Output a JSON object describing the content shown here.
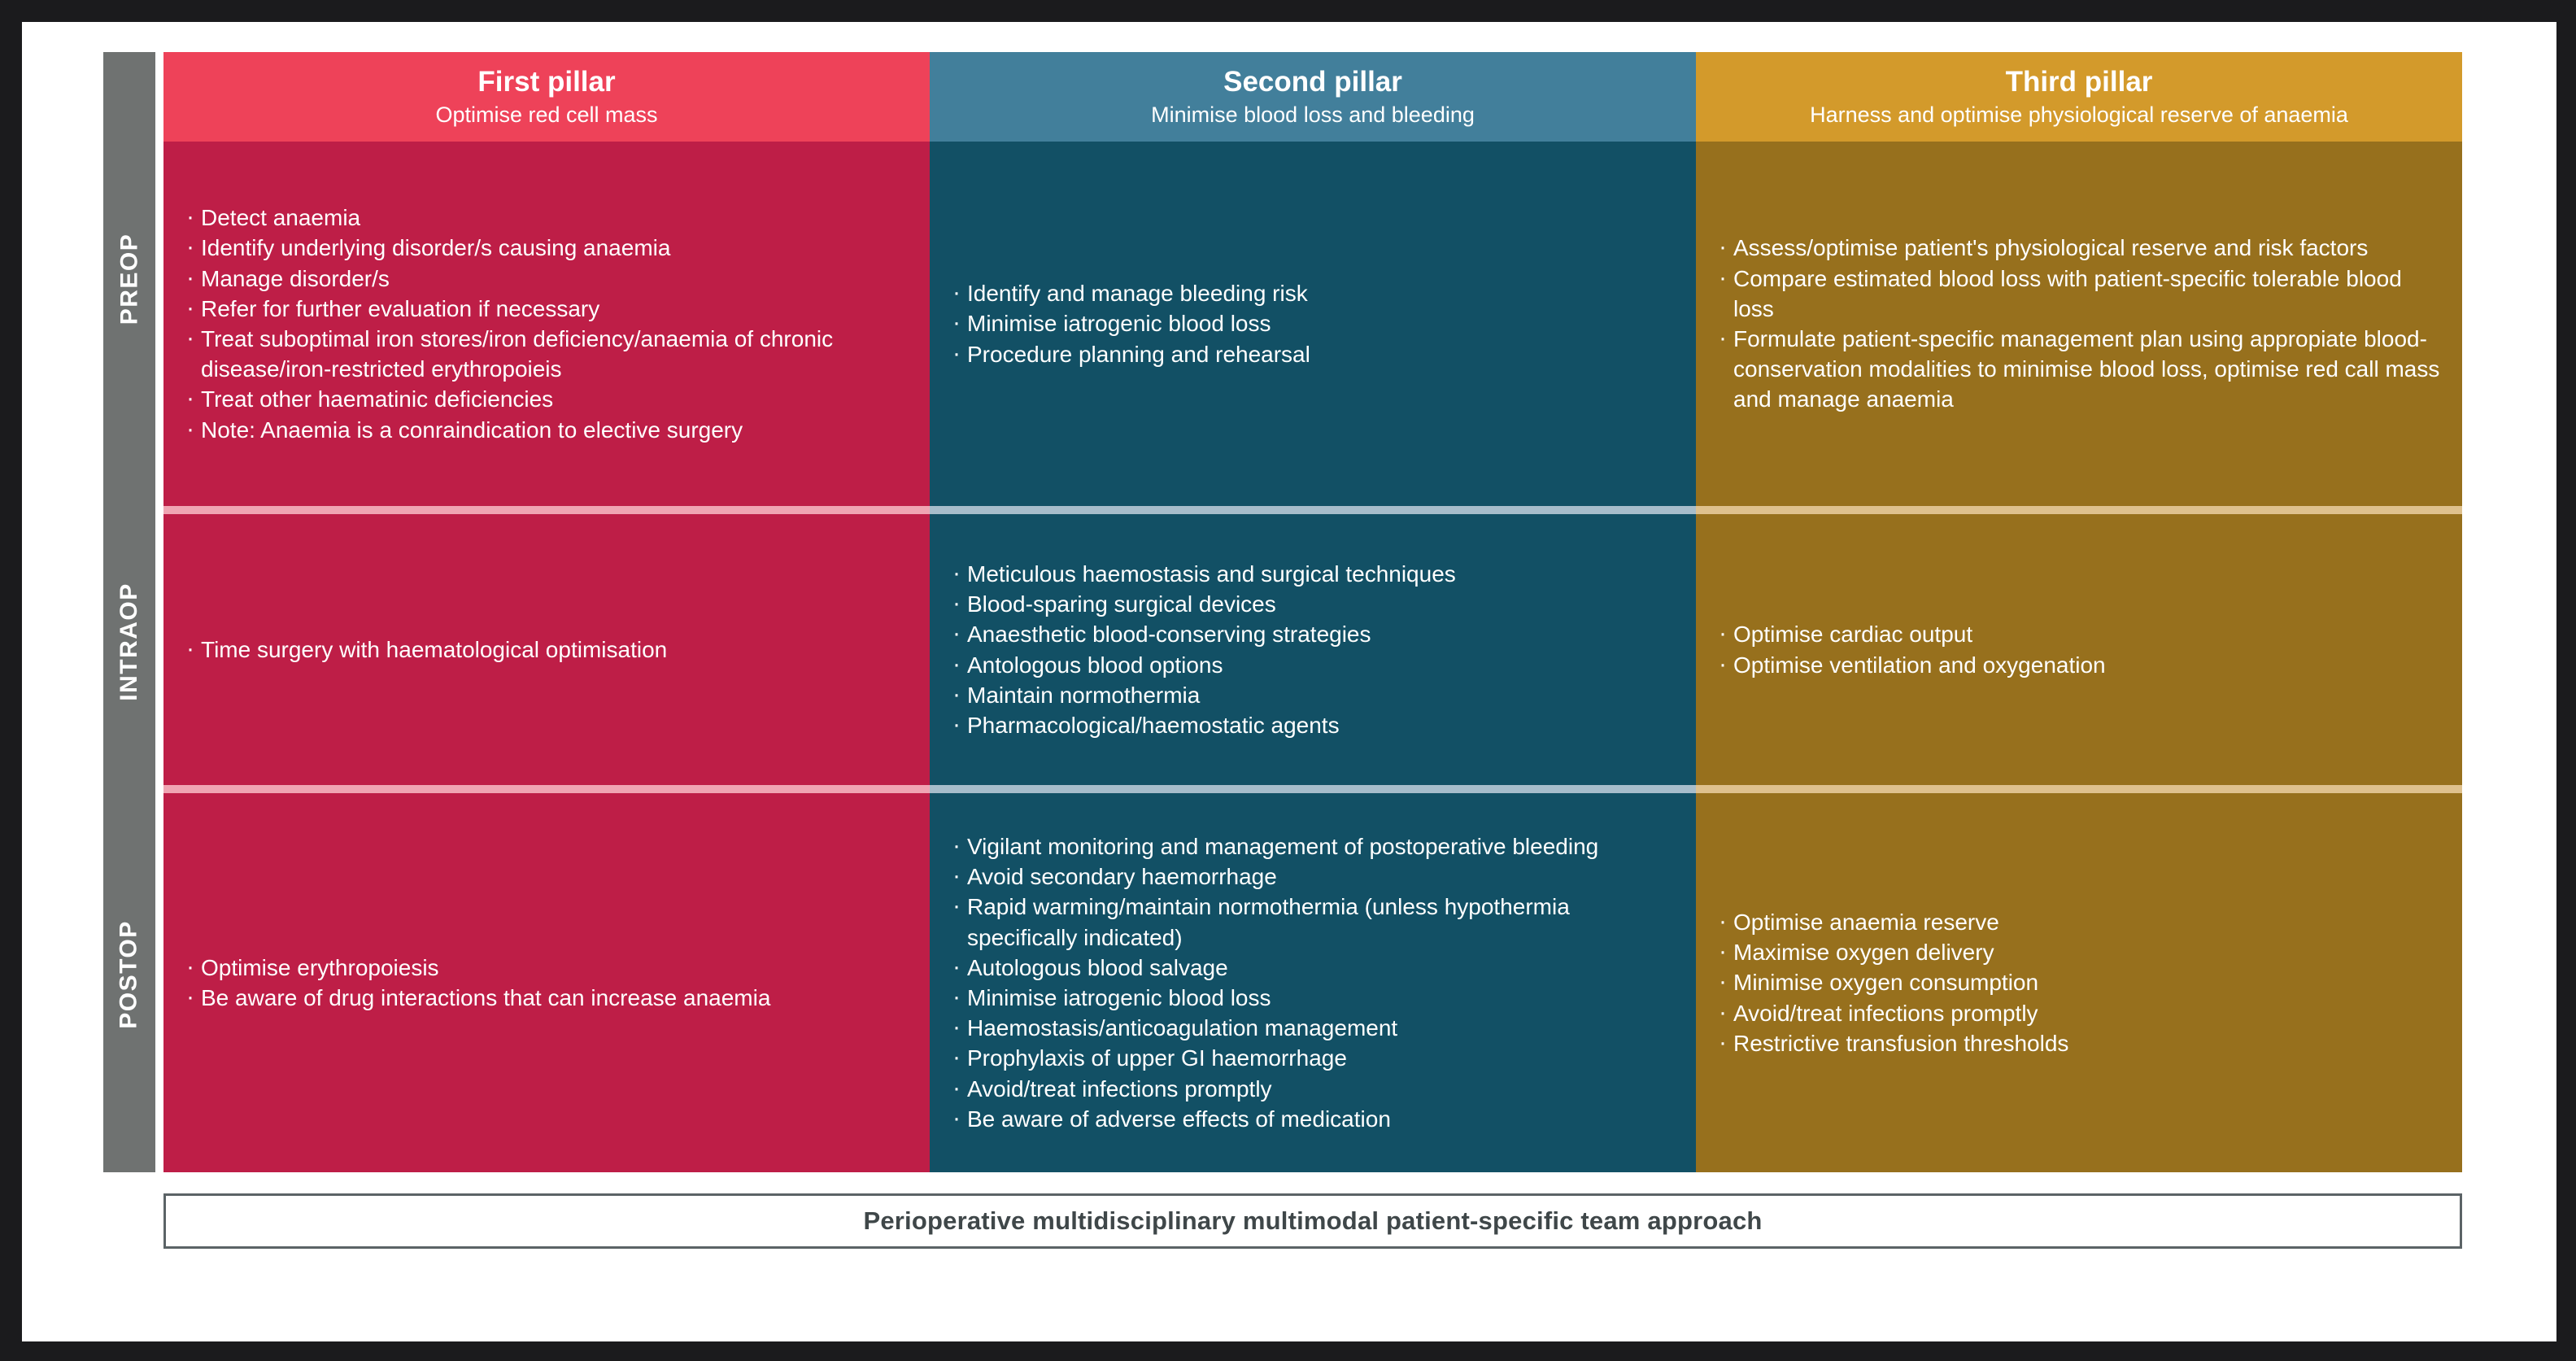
{
  "phases": [
    {
      "id": "preop",
      "label": "PREOP"
    },
    {
      "id": "intraop",
      "label": "INTRAOP"
    },
    {
      "id": "postop",
      "label": "POSTOP"
    }
  ],
  "colors": {
    "frame": "#1b1b1d",
    "rail": "#6f7271",
    "pillar1_header": "#ee4259",
    "pillar1_body": "#be1e47",
    "pillar2_header": "#427f9b",
    "pillar2_body": "#125065",
    "pillar3_header": "#d39a2b",
    "pillar3_body": "#97701d",
    "banner_border": "#5b6366",
    "banner_text": "#3f4749"
  },
  "pillars": [
    {
      "title": "First pillar",
      "subtitle": "Optimise red cell mass",
      "preop": [
        "Detect anaemia",
        "Identify underlying disorder/s causing anaemia",
        "Manage disorder/s",
        "Refer for further evaluation if necessary",
        "Treat suboptimal iron stores/iron deficiency/anaemia of chronic disease/iron-restricted erythropoieis",
        "Treat other haematinic deficiencies",
        "Note: Anaemia is a conraindication to elective surgery"
      ],
      "intraop": [
        "Time surgery with haematological optimisation"
      ],
      "postop": [
        "Optimise erythropoiesis",
        "Be aware of drug interactions that can increase anaemia"
      ]
    },
    {
      "title": "Second pillar",
      "subtitle": "Minimise blood loss and bleeding",
      "preop": [
        "Identify and manage bleeding risk",
        "Minimise iatrogenic blood loss",
        "Procedure planning and rehearsal"
      ],
      "intraop": [
        "Meticulous haemostasis and surgical techniques",
        "Blood-sparing surgical devices",
        "Anaesthetic blood-conserving strategies",
        "Antologous blood options",
        "Maintain normothermia",
        "Pharmacological/haemostatic agents"
      ],
      "postop": [
        "Vigilant monitoring and management of postoperative bleeding",
        "Avoid secondary haemorrhage",
        "Rapid warming/maintain normothermia (unless hypothermia specifically indicated)",
        "Autologous blood salvage",
        "Minimise iatrogenic blood loss",
        "Haemostasis/anticoagulation management",
        "Prophylaxis of upper GI haemorrhage",
        "Avoid/treat infections promptly",
        "Be aware of adverse effects of medication"
      ]
    },
    {
      "title": "Third pillar",
      "subtitle": "Harness and optimise physiological reserve of anaemia",
      "preop": [
        "Assess/optimise patient's physiological reserve and risk factors",
        "Compare estimated blood loss with patient-specific tolerable blood loss",
        "Formulate patient-specific management plan using appropiate blood-conservation modalities to minimise blood loss, optimise red call mass and manage anaemia"
      ],
      "intraop": [
        "Optimise cardiac output",
        "Optimise ventilation and oxygenation"
      ],
      "postop": [
        "Optimise anaemia reserve",
        "Maximise oxygen delivery",
        "Minimise oxygen consumption",
        "Avoid/treat infections promptly",
        "Restrictive transfusion thresholds"
      ]
    }
  ],
  "banner": {
    "text": "Perioperative multidisciplinary multimodal patient-specific team approach"
  }
}
